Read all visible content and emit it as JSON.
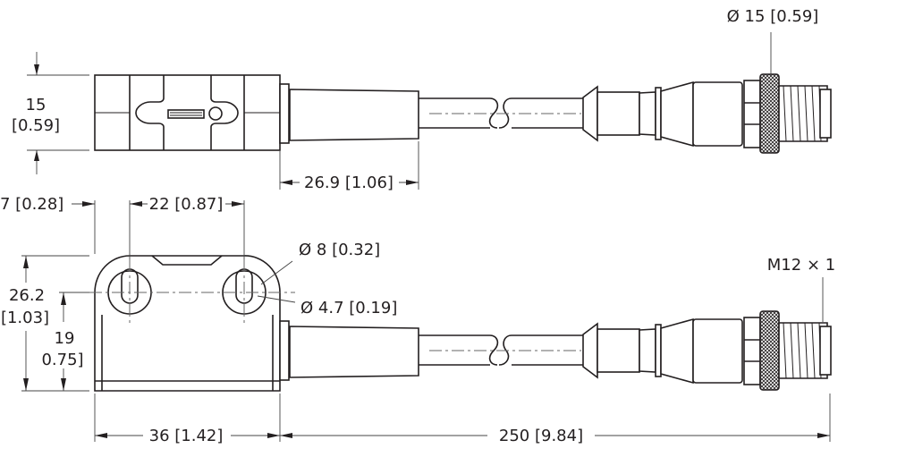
{
  "dimensions": {
    "height_15": "15",
    "height_15_in": "[0.59]",
    "length_26_9": "26.9 [1.06]",
    "offset_7": "7 [0.28]",
    "spacing_22": "22 [0.87]",
    "height_26_2": "26.2",
    "height_26_2_in": "[1.03]",
    "height_19": "19",
    "height_19_in": "0.75]",
    "dia_8": "Ø 8 [0.32]",
    "dia_4_7": "Ø 4.7 [0.19]",
    "width_36": "36 [1.42]",
    "length_250": "250 [9.84]",
    "dia_15": "Ø 15 [0.59]",
    "thread": "M12 × 1"
  }
}
